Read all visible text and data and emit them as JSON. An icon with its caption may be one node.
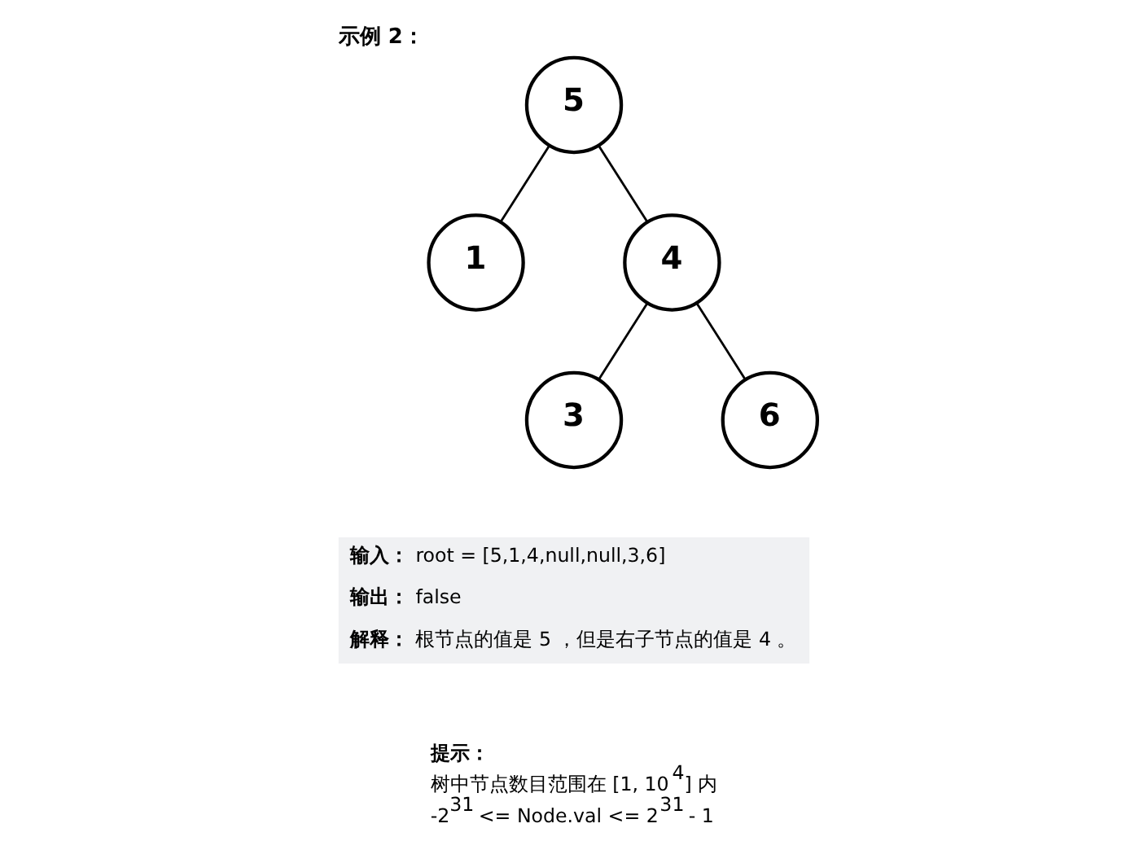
{
  "diagram": {
    "title": "示例 2：",
    "nodes": [
      {
        "text": [
          "5"
        ]
      },
      {
        "text": [
          "1"
        ]
      },
      {
        "text": [
          "4"
        ]
      },
      {
        "text": [
          "3"
        ]
      },
      {
        "text": [
          "6"
        ]
      }
    ],
    "edges": [
      {
        "from": 0,
        "to": 1,
        "arrow": "none"
      },
      {
        "from": 0,
        "to": 2,
        "arrow": "none"
      },
      {
        "from": 2,
        "to": 3,
        "arrow": "none"
      },
      {
        "from": 2,
        "to": 4,
        "arrow": "none"
      }
    ],
    "labels": [
      "**输入：** root = [5,1,4,null,null,3,6]",
      "**输出：** false",
      "**解释：** 根节点的值是 5 ，但是右子节点的值是 4 。",
      "**提示：**",
      "树中节点数目范围在 [1, 10$^{4}$] 内",
      "-2$^{31}$ <= Node.val <= 2$^{31}$ - 1"
    ]
  }
}
